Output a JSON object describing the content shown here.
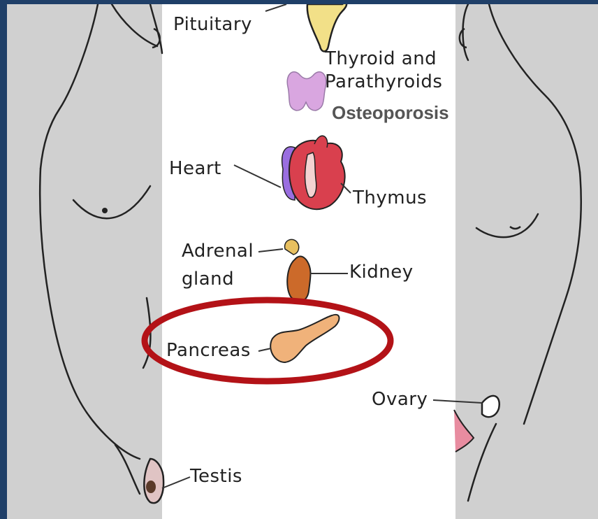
{
  "labels": {
    "pituitary": "Pituitary",
    "thyroid_line1": "Thyroid and",
    "thyroid_line2": "Parathyroids",
    "osteoporosis": "Osteoporosis",
    "heart": "Heart",
    "thymus": "Thymus",
    "adrenal_line1": "Adrenal",
    "adrenal_line2": "gland",
    "kidney": "Kidney",
    "pancreas": "Pancreas",
    "ovary": "Ovary",
    "testis": "Testis"
  },
  "colors": {
    "frame": "#1f3f68",
    "background": "#ffffff",
    "body_panel": "#d0d0d0",
    "highlight_ring": "#b31217",
    "pituitary": "#f2e088",
    "thyroid": "#d9a6e0",
    "heart": "#d9404e",
    "thymus_purple": "#9a6ee0",
    "kidney": "#cc6a2a",
    "adrenal": "#e8c060",
    "pancreas": "#f0b27a",
    "ovary": "#e88ca0"
  },
  "highlighted_organ": "pancreas"
}
